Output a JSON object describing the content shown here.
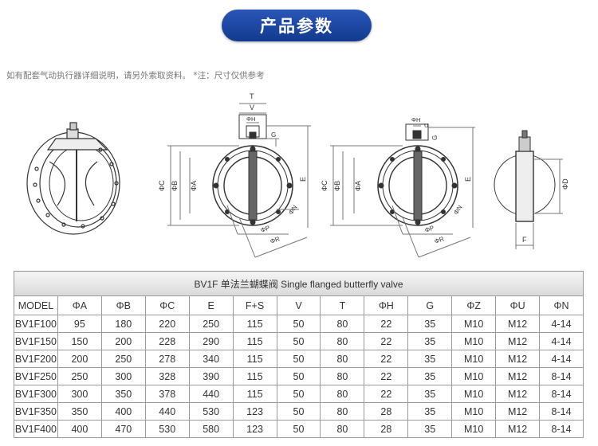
{
  "header": {
    "title": "产品参数"
  },
  "note": "如有配套气动执行器详细说明，请另外索取资料。 *注：尺寸仅供参考",
  "drawing_labels": {
    "T": "T",
    "V": "V",
    "PH": "ΦH",
    "G": "G",
    "U": "U",
    "PC": "ΦC",
    "PB": "ΦB",
    "PA": "ΦA",
    "E": "E",
    "PN": "ΦN",
    "PP": "ΦP",
    "PR": "ΦR",
    "PD": "ΦD",
    "F": "F"
  },
  "table": {
    "caption": "BV1F 单法兰蝴蝶阀  Single flanged butterfly valve",
    "headers": [
      "MODEL",
      "ΦA",
      "ΦB",
      "ΦC",
      "E",
      "F+S",
      "V",
      "T",
      "ΦH",
      "G",
      "ΦZ",
      "ΦU",
      "ΦN"
    ],
    "rows": [
      [
        "BV1F100",
        "95",
        "180",
        "220",
        "250",
        "115",
        "50",
        "80",
        "22",
        "35",
        "M10",
        "M12",
        "4-14"
      ],
      [
        "BV1F150",
        "150",
        "200",
        "228",
        "290",
        "115",
        "50",
        "80",
        "22",
        "35",
        "M10",
        "M12",
        "4-14"
      ],
      [
        "BV1F200",
        "200",
        "250",
        "278",
        "340",
        "115",
        "50",
        "80",
        "22",
        "35",
        "M10",
        "M12",
        "4-14"
      ],
      [
        "BV1F250",
        "250",
        "300",
        "328",
        "390",
        "115",
        "50",
        "80",
        "22",
        "35",
        "M10",
        "M12",
        "8-14"
      ],
      [
        "BV1F300",
        "300",
        "350",
        "378",
        "440",
        "115",
        "50",
        "80",
        "22",
        "35",
        "M10",
        "M12",
        "8-14"
      ],
      [
        "BV1F350",
        "350",
        "400",
        "440",
        "530",
        "123",
        "50",
        "80",
        "28",
        "35",
        "M10",
        "M12",
        "8-14"
      ],
      [
        "BV1F400",
        "400",
        "470",
        "530",
        "580",
        "123",
        "50",
        "80",
        "28",
        "35",
        "M10",
        "M12",
        "8-14"
      ]
    ]
  }
}
